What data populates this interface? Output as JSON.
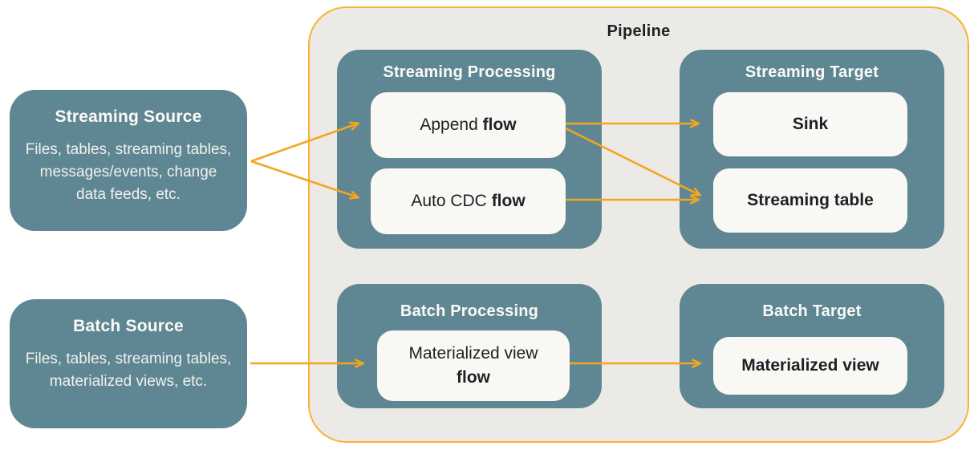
{
  "colors": {
    "box_teal": "#5E8793",
    "pipeline_background": "#ECEAE6",
    "pipeline_border": "#F9B234",
    "arrow": "#F4A51D",
    "node_background": "#FAF8F4",
    "dark_text": "#1D2125",
    "light_text": "#F2F1EC"
  },
  "sources": {
    "streaming": {
      "title": "Streaming Source",
      "body": "Files, tables, streaming tables, messages/events, change data feeds, etc."
    },
    "batch": {
      "title": "Batch Source",
      "body": "Files, tables, streaming tables, materialized views, etc."
    }
  },
  "pipeline": {
    "title": "Pipeline",
    "streaming_processing": {
      "title": "Streaming Processing",
      "nodes": {
        "append_flow": {
          "text": "Append",
          "bold": "flow"
        },
        "auto_cdc_flow": {
          "text": "Auto CDC",
          "bold": "flow"
        }
      }
    },
    "streaming_target": {
      "title": "Streaming Target",
      "nodes": {
        "sink": {
          "bold": "Sink"
        },
        "streaming_table": {
          "bold": "Streaming table"
        }
      }
    },
    "batch_processing": {
      "title": "Batch Processing",
      "nodes": {
        "materialized_view_flow": {
          "text": "Materialized view",
          "bold": "flow"
        }
      }
    },
    "batch_target": {
      "title": "Batch Target",
      "nodes": {
        "materialized_view": {
          "bold": "Materialized view"
        }
      }
    }
  },
  "connections": [
    {
      "from": "streaming-source",
      "to": "append-flow"
    },
    {
      "from": "streaming-source",
      "to": "auto-cdc-flow"
    },
    {
      "from": "append-flow",
      "to": "sink"
    },
    {
      "from": "append-flow",
      "to": "streaming-table"
    },
    {
      "from": "auto-cdc-flow",
      "to": "streaming-table"
    },
    {
      "from": "batch-source",
      "to": "materialized-view-flow"
    },
    {
      "from": "materialized-view-flow",
      "to": "materialized-view"
    }
  ]
}
